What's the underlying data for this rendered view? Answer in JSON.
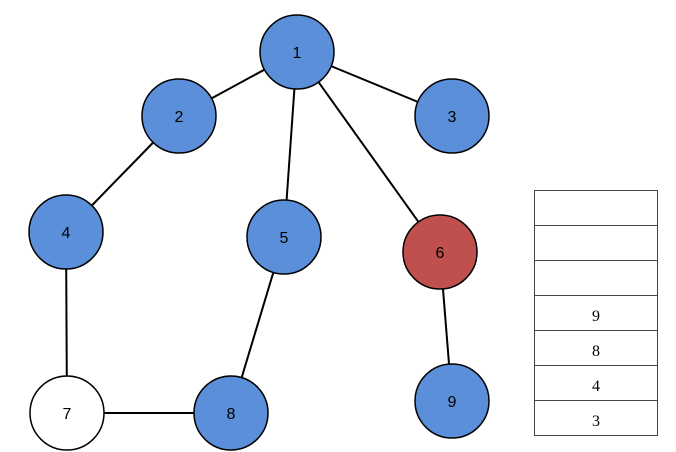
{
  "graph": {
    "colors": {
      "visited": "#5b8fd9",
      "current": "#c0504d",
      "unvisited": "#ffffff",
      "stroke": "#000000"
    },
    "nodes": [
      {
        "id": "1",
        "label": "1",
        "state": "visited"
      },
      {
        "id": "2",
        "label": "2",
        "state": "visited"
      },
      {
        "id": "3",
        "label": "3",
        "state": "visited"
      },
      {
        "id": "4",
        "label": "4",
        "state": "visited"
      },
      {
        "id": "5",
        "label": "5",
        "state": "visited"
      },
      {
        "id": "6",
        "label": "6",
        "state": "current"
      },
      {
        "id": "7",
        "label": "7",
        "state": "unvisited"
      },
      {
        "id": "8",
        "label": "8",
        "state": "visited"
      },
      {
        "id": "9",
        "label": "9",
        "state": "visited"
      }
    ],
    "edges": [
      [
        "1",
        "2"
      ],
      [
        "1",
        "3"
      ],
      [
        "1",
        "5"
      ],
      [
        "1",
        "6"
      ],
      [
        "2",
        "4"
      ],
      [
        "4",
        "7"
      ],
      [
        "7",
        "8"
      ],
      [
        "5",
        "8"
      ],
      [
        "6",
        "9"
      ]
    ]
  },
  "stack": {
    "cells": [
      "",
      "",
      "",
      "9",
      "8",
      "4",
      "3"
    ]
  }
}
